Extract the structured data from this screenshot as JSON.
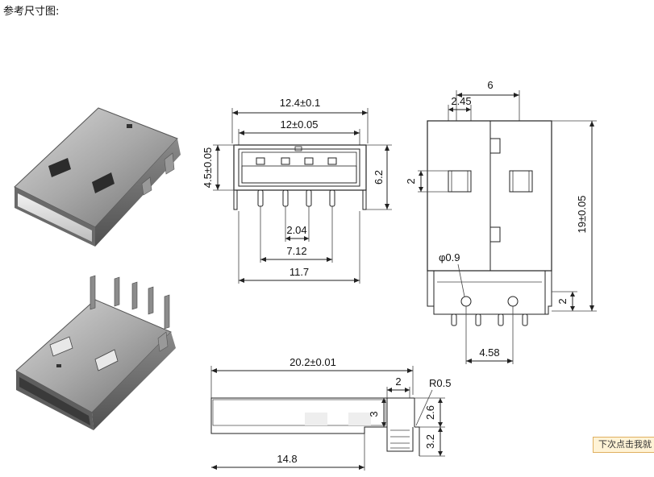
{
  "page": {
    "title": "参考尺寸图:"
  },
  "dims": {
    "overall_width": "12.4±0.1",
    "inner_width": "12±0.05",
    "height_left": "4.5±0.05",
    "height_right": "6.2",
    "pin_pitch": "2.04",
    "pin_span_inner": "7.12",
    "pin_span_outer": "11.7",
    "top_width": "6",
    "top_slot": "2.45",
    "slot_height": "2",
    "total_length": "19±0.05",
    "hole_dia": "φ0.9",
    "bottom_offset": "2",
    "hole_pitch": "4.58",
    "side_length": "20.2±0.01",
    "side_step": "2",
    "side_radius": "R0.5",
    "side_height": "3",
    "side_upper": "2.6",
    "side_lower": "3.2",
    "side_base": "14.8"
  },
  "badge": {
    "label": "下次点击我就"
  }
}
